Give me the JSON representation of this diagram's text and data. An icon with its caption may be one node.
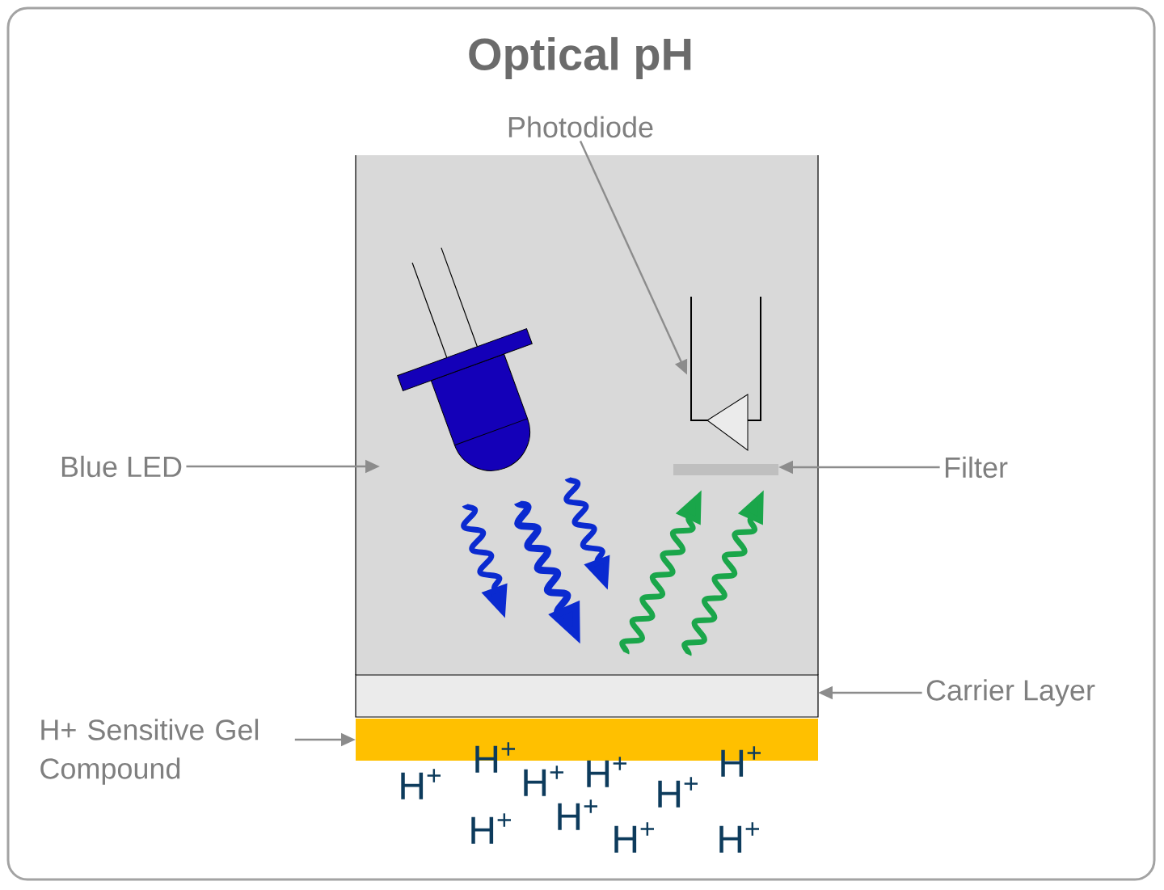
{
  "diagram": {
    "title": "Optical pH",
    "nodes": [
      {
        "text": [
          "Photodiode"
        ]
      },
      {
        "text": [
          "Blue LED"
        ]
      },
      {
        "text": [
          "Filter"
        ]
      },
      {
        "text": [
          "Carrier Layer"
        ]
      },
      {
        "text": [
          "H+ Sensitive Gel Compound"
        ]
      },
      {
        "text": [],
        "shape": "picture"
      },
      {
        "text": [],
        "shape": "picture"
      },
      {
        "text": [],
        "shape": "bar"
      },
      {
        "text": [],
        "shape": "box"
      },
      {
        "text": [],
        "shape": "bar"
      }
    ],
    "edges": [
      {
        "from": 0,
        "to": 6,
        "arrow": "to"
      },
      {
        "from": 1,
        "to": 5,
        "arrow": "to"
      },
      {
        "from": 2,
        "to": 7,
        "arrow": "to"
      },
      {
        "from": 3,
        "to": 8,
        "arrow": "to"
      },
      {
        "from": 4,
        "to": 9,
        "arrow": "to"
      }
    ],
    "labels": [
      "H$^{+}$",
      "H$^{+}$",
      "H$^{+}$",
      "H$^{+}$",
      "H$^{+}$",
      "H$^{+}$",
      "H$^{+}$",
      "H$^{+}$",
      "H$^{+}$",
      "H$^{+}$"
    ]
  }
}
